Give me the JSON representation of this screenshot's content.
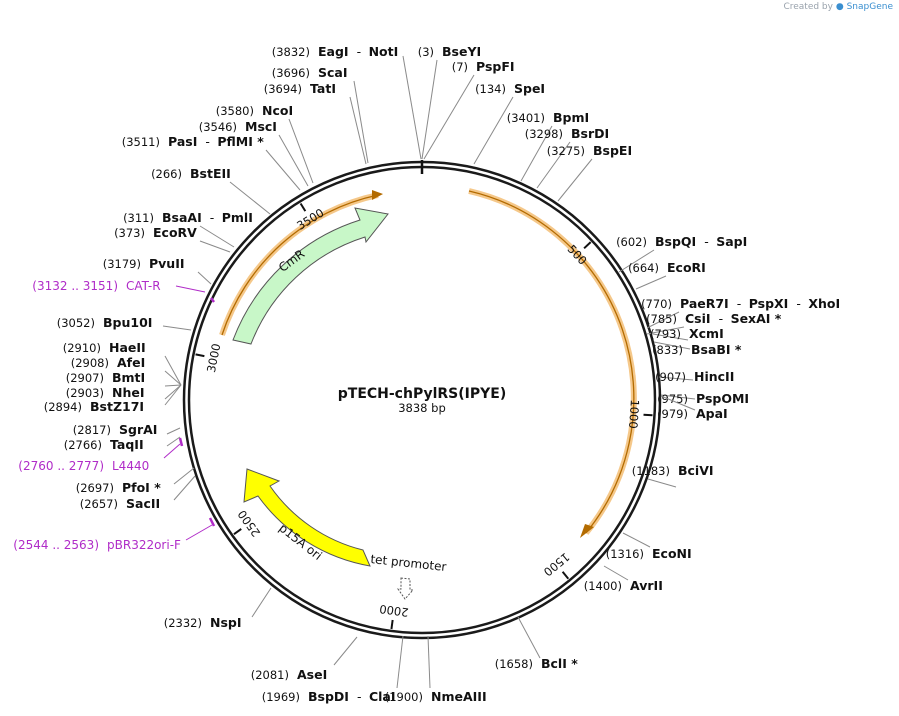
{
  "credit": {
    "prefix": "Created by",
    "brand": "SnapGene"
  },
  "plasmid": {
    "name": "pTECH-chPylRS(IPYE)",
    "length_label": "3838 bp",
    "total": 3838
  },
  "ticks": [
    "500",
    "1000",
    "1500",
    "2000",
    "2500",
    "3000",
    "3500"
  ],
  "features": [
    {
      "name": "CmR",
      "color": "#c8f7c8"
    },
    {
      "name": "p15A ori",
      "color": "#ffff00"
    },
    {
      "name": "tet promoter",
      "color": "#ffffff"
    }
  ],
  "sites": [
    {
      "names": [
        "EagI",
        "NotI"
      ],
      "pos": "(3832)"
    },
    {
      "names": [
        "BseYI"
      ],
      "pos": "(3)"
    },
    {
      "names": [
        "PspFI"
      ],
      "pos": "(7)"
    },
    {
      "names": [
        "SpeI"
      ],
      "pos": "(134)"
    },
    {
      "names": [
        "ScaI"
      ],
      "pos": "(3696)"
    },
    {
      "names": [
        "TatI"
      ],
      "pos": "(3694)"
    },
    {
      "names": [
        "NcoI"
      ],
      "pos": "(3580)"
    },
    {
      "names": [
        "MscI"
      ],
      "pos": "(3546)"
    },
    {
      "names": [
        "PasI",
        "PflMI *"
      ],
      "pos": "(3511)"
    },
    {
      "names": [
        "BstEII"
      ],
      "pos": "(266)"
    },
    {
      "names": [
        "BsaAI",
        "PmlI"
      ],
      "pos": "(311)"
    },
    {
      "names": [
        "EcoRV"
      ],
      "pos": "(373)"
    },
    {
      "names": [
        "BpmI"
      ],
      "pos": "(3401)"
    },
    {
      "names": [
        "BsrDI"
      ],
      "pos": "(3298)"
    },
    {
      "names": [
        "BspEI"
      ],
      "pos": "(3275)"
    },
    {
      "names": [
        "BspQI",
        "SapI"
      ],
      "pos": "(602)"
    },
    {
      "names": [
        "EcoRI"
      ],
      "pos": "(664)"
    },
    {
      "names": [
        "PvuII"
      ],
      "pos": "(3179)"
    },
    {
      "names": [
        "Bpu10I"
      ],
      "pos": "(3052)"
    },
    {
      "names": [
        "PaeR7I",
        "PspXI",
        "XhoI"
      ],
      "pos": "(770)"
    },
    {
      "names": [
        "CsiI",
        "SexAI *"
      ],
      "pos": "(785)"
    },
    {
      "names": [
        "XcmI"
      ],
      "pos": "(793)"
    },
    {
      "names": [
        "BsaBI *"
      ],
      "pos": "(833)"
    },
    {
      "names": [
        "HaeII"
      ],
      "pos": "(2910)"
    },
    {
      "names": [
        "AfeI"
      ],
      "pos": "(2908)"
    },
    {
      "names": [
        "BmtI"
      ],
      "pos": "(2907)"
    },
    {
      "names": [
        "NheI"
      ],
      "pos": "(2903)"
    },
    {
      "names": [
        "BstZ17I"
      ],
      "pos": "(2894)"
    },
    {
      "names": [
        "HincII"
      ],
      "pos": "(907)"
    },
    {
      "names": [
        "PspOMI"
      ],
      "pos": "(975)"
    },
    {
      "names": [
        "ApaI"
      ],
      "pos": "(979)"
    },
    {
      "names": [
        "SgrAI"
      ],
      "pos": "(2817)"
    },
    {
      "names": [
        "TaqII"
      ],
      "pos": "(2766)"
    },
    {
      "names": [
        "PfoI *"
      ],
      "pos": "(2697)"
    },
    {
      "names": [
        "SacII"
      ],
      "pos": "(2657)"
    },
    {
      "names": [
        "BciVI"
      ],
      "pos": "(1183)"
    },
    {
      "names": [
        "EcoNI"
      ],
      "pos": "(1316)"
    },
    {
      "names": [
        "AvrII"
      ],
      "pos": "(1400)"
    },
    {
      "names": [
        "NspI"
      ],
      "pos": "(2332)"
    },
    {
      "names": [
        "BclI *"
      ],
      "pos": "(1658)"
    },
    {
      "names": [
        "AseI"
      ],
      "pos": "(2081)"
    },
    {
      "names": [
        "BspDI",
        "ClaI"
      ],
      "pos": "(1969)"
    },
    {
      "names": [
        "NmeAIII"
      ],
      "pos": "(1900)"
    }
  ],
  "primers": [
    {
      "range": "(3132 .. 3151)",
      "name": "CAT-R"
    },
    {
      "range": "(2760 .. 2777)",
      "name": "L4440"
    },
    {
      "range": "(2544 .. 2563)",
      "name": "pBR322ori-F"
    }
  ]
}
